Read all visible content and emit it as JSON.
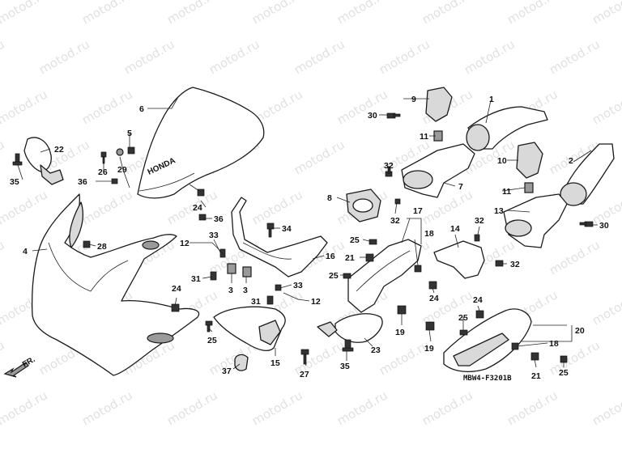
{
  "watermark": "motod.ru",
  "diagram_code": "MBW4-F3201B",
  "direction_label": "FR.",
  "callouts": {
    "c1": "1",
    "c2": "2",
    "c3a": "3",
    "c3b": "3",
    "c4": "4",
    "c5": "5",
    "c6": "6",
    "c7": "7",
    "c8": "8",
    "c9": "9",
    "c10": "10",
    "c11a": "11",
    "c11b": "11",
    "c12a": "12",
    "c12b": "12",
    "c13": "13",
    "c14": "14",
    "c15": "15",
    "c16": "16",
    "c17": "17",
    "c18a": "18",
    "c18b": "18",
    "c19a": "19",
    "c19b": "19",
    "c20": "20",
    "c21a": "21",
    "c21b": "21",
    "c22": "22",
    "c23": "23",
    "c24a": "24",
    "c24b": "24",
    "c24c": "24",
    "c24d": "24",
    "c25a": "25",
    "c25b": "25",
    "c25c": "25",
    "c25d": "25",
    "c25e": "25",
    "c26": "26",
    "c27": "27",
    "c28": "28",
    "c29": "29",
    "c30a": "30",
    "c30b": "30",
    "c31a": "31",
    "c31b": "31",
    "c32a": "32",
    "c32b": "32",
    "c32c": "32",
    "c32d": "32",
    "c33a": "33",
    "c33b": "33",
    "c34": "34",
    "c35a": "35",
    "c35b": "35",
    "c36a": "36",
    "c36b": "36",
    "c37": "37"
  }
}
